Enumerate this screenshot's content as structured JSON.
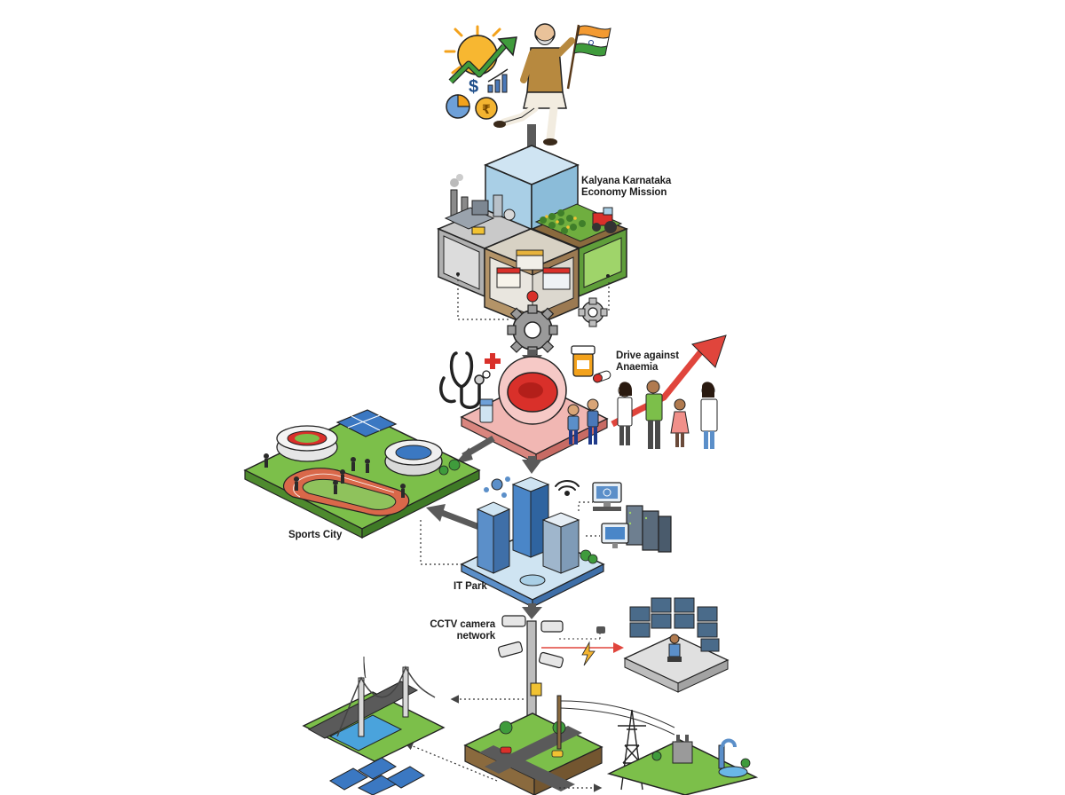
{
  "labels": {
    "economy_mission": [
      "Kalyana Karnataka",
      "Economy Mission"
    ],
    "anaemia": [
      "Drive against",
      "Anaemia"
    ],
    "sports_city": "Sports City",
    "it_park": "IT Park",
    "cctv": [
      "CCTV camera",
      "network"
    ]
  },
  "icons": {
    "rupee": "₹",
    "dollar": "$"
  },
  "colors": {
    "growth_red": "#e0453c",
    "growth_green": "#3f9b3c",
    "sun": "#f3a21c",
    "glass": "#a9cfe6",
    "farm_green": "#7cbf4a",
    "blood_red": "#d9302a",
    "track": "#d9684a",
    "it_blue": "#5b8fc9"
  }
}
